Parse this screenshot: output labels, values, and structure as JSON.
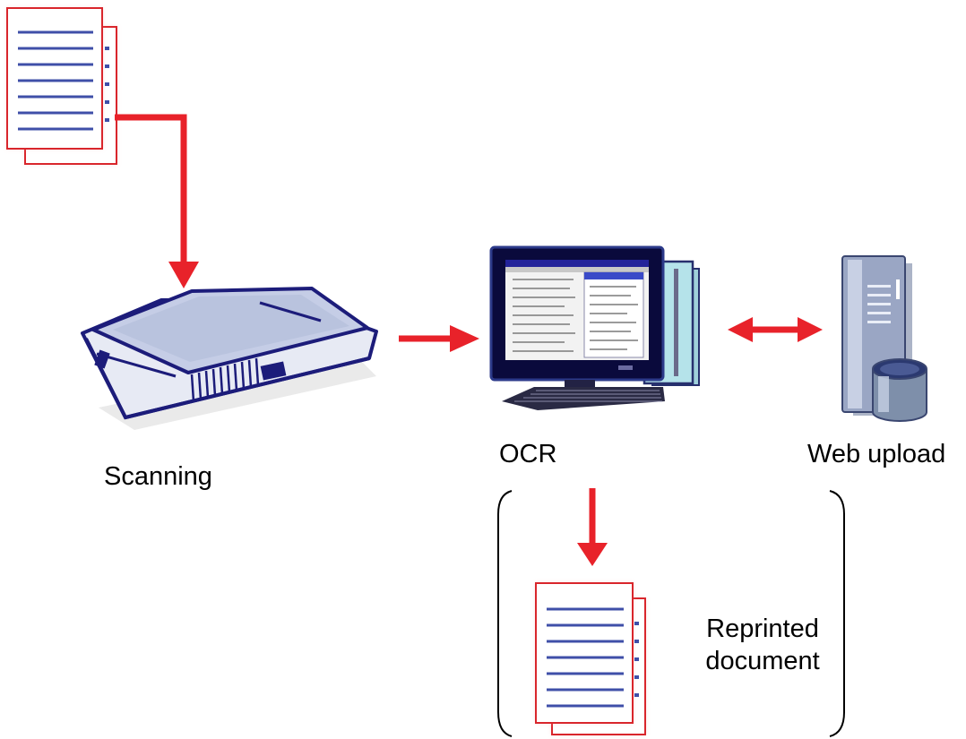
{
  "labels": {
    "scanning": "Scanning",
    "ocr": "OCR",
    "web_upload": "Web upload",
    "reprinted_line1": "Reprinted",
    "reprinted_line2": "document"
  },
  "colors": {
    "arrow_red": "#e8222a",
    "page_border_red": "#d9262c",
    "line_blue": "#3f4fa8",
    "device_navy": "#1c1c7a",
    "scanner_top": "#b9c3de",
    "monitor_dark": "#0a0a3c",
    "tower_cyan": "#b5e3ea",
    "server_grey": "#7c8aa8"
  },
  "icons": {
    "source_document": "document-stack-icon",
    "scanner": "flatbed-scanner-icon",
    "computer": "desktop-computer-icon",
    "server": "server-database-icon",
    "output_document": "document-stack-icon"
  }
}
